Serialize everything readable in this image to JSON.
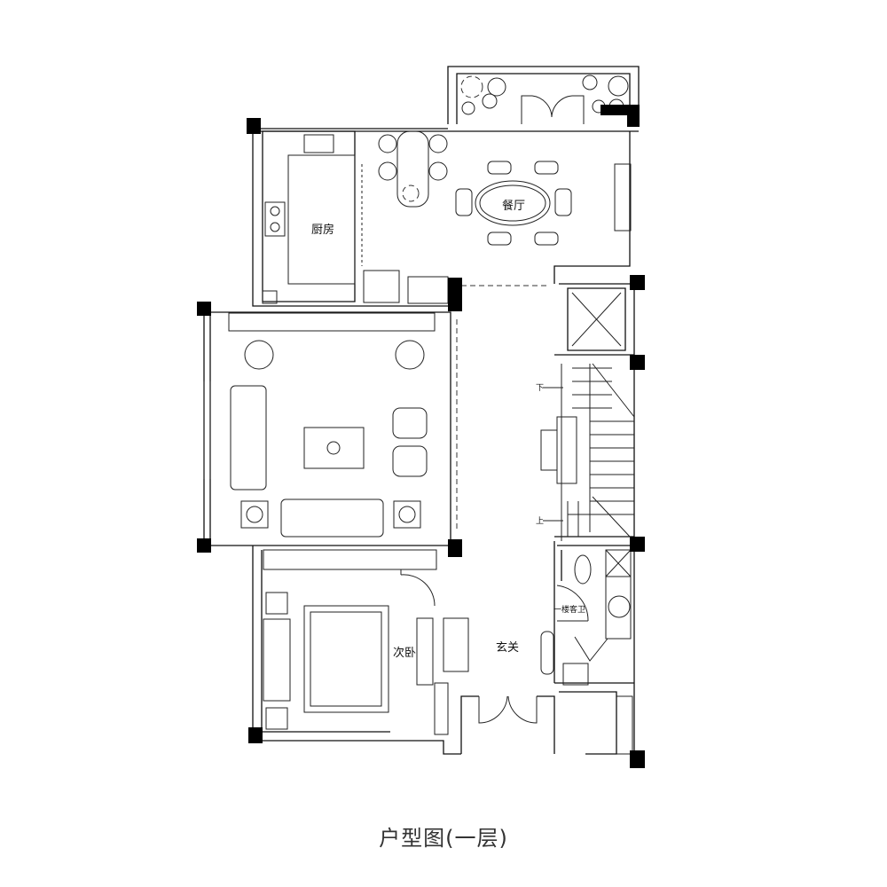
{
  "title": "户型图(一层)",
  "rooms": {
    "kitchen": "厨房",
    "dining": "餐厅",
    "bedroom": "次卧",
    "foyer": "玄关",
    "guest_bath": "一楼客卫"
  },
  "stairs": {
    "down": "下",
    "up": "上"
  }
}
